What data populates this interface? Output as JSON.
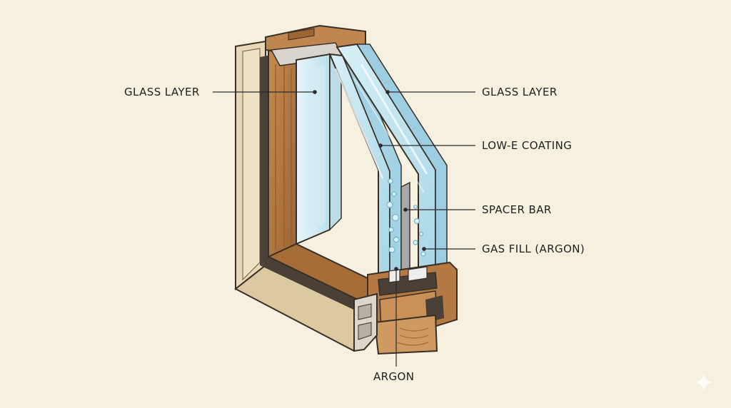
{
  "labels": {
    "glass_layer_left": "GLASS LAYER",
    "glass_layer_right": "GLASS LAYER",
    "low_e_coating": "LOW-E COATING",
    "spacer_bar": "SPACER BAR",
    "gas_fill": "GAS FILL (ARGON)",
    "argon": "ARGON"
  },
  "colors": {
    "background": "#f6f0e0",
    "outer_frame": "#e6d6b4",
    "wood": "#b57a44",
    "wood_dark": "#8a5428",
    "glass": "#bfe3ef",
    "glass_edge": "#6fb3c9",
    "leader_line": "#2b2b2b"
  },
  "icons": {
    "corner_mark": "sparkle-icon"
  }
}
